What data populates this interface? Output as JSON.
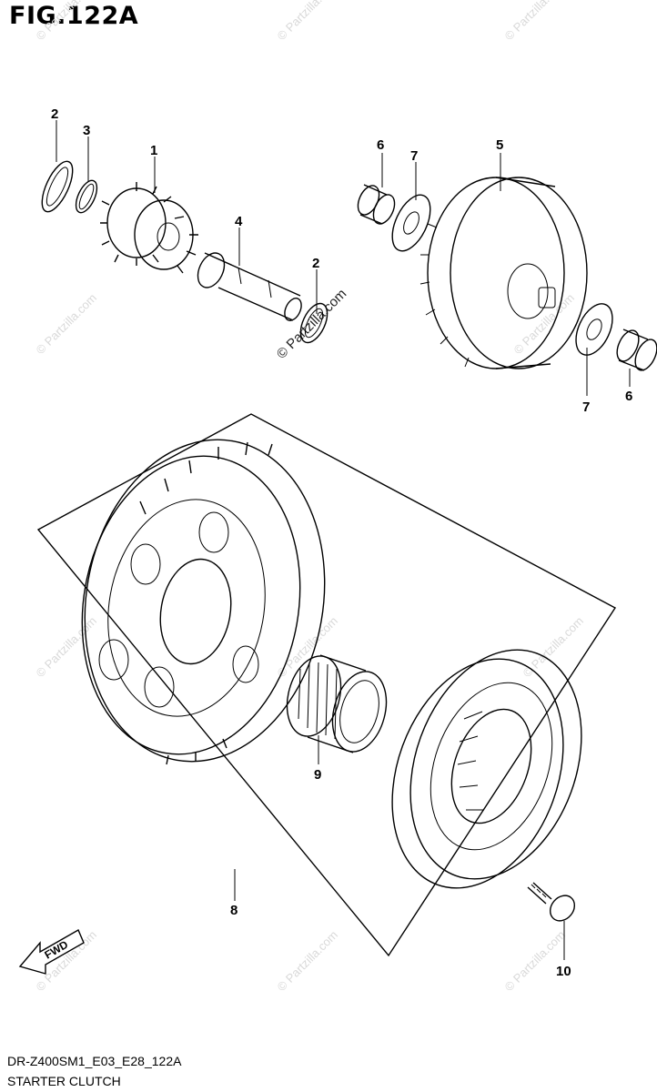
{
  "figure": {
    "title": "FIG.122A",
    "footer_code": "DR-Z400SM1_E03_E28_122A",
    "footer_name": "STARTER CLUTCH"
  },
  "callouts": [
    {
      "id": "c-2a",
      "label": "2"
    },
    {
      "id": "c-3",
      "label": "3"
    },
    {
      "id": "c-1",
      "label": "1"
    },
    {
      "id": "c-4",
      "label": "4"
    },
    {
      "id": "c-2b",
      "label": "2"
    },
    {
      "id": "c-6a",
      "label": "6"
    },
    {
      "id": "c-7a",
      "label": "7"
    },
    {
      "id": "c-5",
      "label": "5"
    },
    {
      "id": "c-7b",
      "label": "7"
    },
    {
      "id": "c-6b",
      "label": "6"
    },
    {
      "id": "c-9",
      "label": "9"
    },
    {
      "id": "c-8",
      "label": "8"
    },
    {
      "id": "c-10",
      "label": "10"
    }
  ],
  "direction_arrow": {
    "label": "FWD"
  },
  "watermark": {
    "text": "© Partzilla.com"
  }
}
